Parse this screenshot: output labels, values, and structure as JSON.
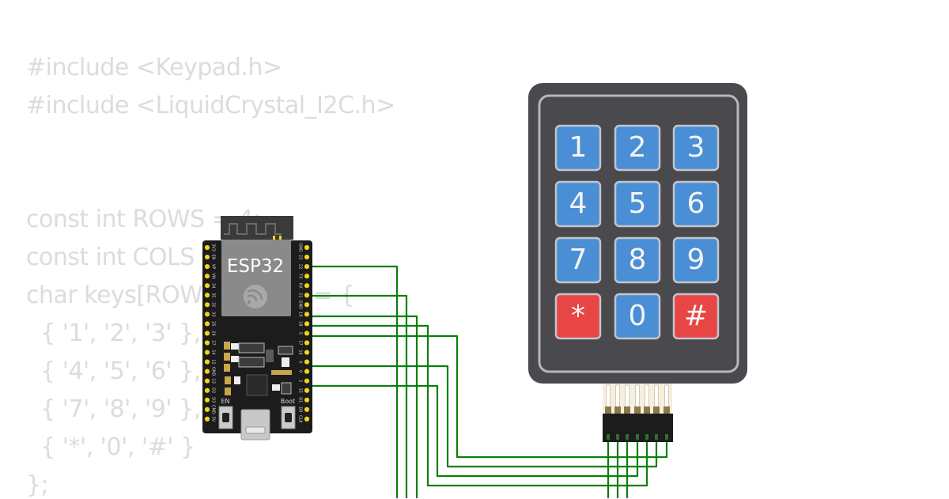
{
  "code": {
    "lines": [
      "#include <Keypad.h>",
      "#include <LiquidCrystal_I2C.h>",
      "",
      "",
      "const int ROWS = 4;",
      "const int COLS = 3;",
      "char keys[ROWS][COLS] = {",
      "  { '1', '2', '3' },",
      "  { '4', '5', '6' },",
      "  { '7', '8', '9' },",
      "  { '*', '0', '#' }",
      "};"
    ]
  },
  "board": {
    "label": "ESP32",
    "boot_label": "Boot",
    "en_label": "EN",
    "left_pins": [
      "3V3",
      "EN",
      "VP",
      "VN",
      "34",
      "35",
      "32",
      "33",
      "25",
      "26",
      "27",
      "14",
      "12",
      "GND",
      "13",
      "D2",
      "D3",
      "CMD",
      "5V"
    ],
    "right_pins": [
      "GND",
      "23",
      "22",
      "TX",
      "RX",
      "21",
      "GND",
      "19",
      "18",
      "5",
      "17",
      "16",
      "4",
      "0",
      "2",
      "15",
      "D1",
      "D0",
      "CLK"
    ]
  },
  "keypad": {
    "keys": [
      "1",
      "2",
      "3",
      "4",
      "5",
      "6",
      "7",
      "8",
      "9",
      "*",
      "0",
      "#"
    ]
  },
  "colors": {
    "wire": "#0a7f0a",
    "keypad_body": "#4a4a4e",
    "key_blue": "#4a8fd6",
    "key_red": "#e84545",
    "board_body": "#1c1c1c",
    "pin_yellow": "#f2d41c",
    "code_text": "#dcdcdc"
  }
}
